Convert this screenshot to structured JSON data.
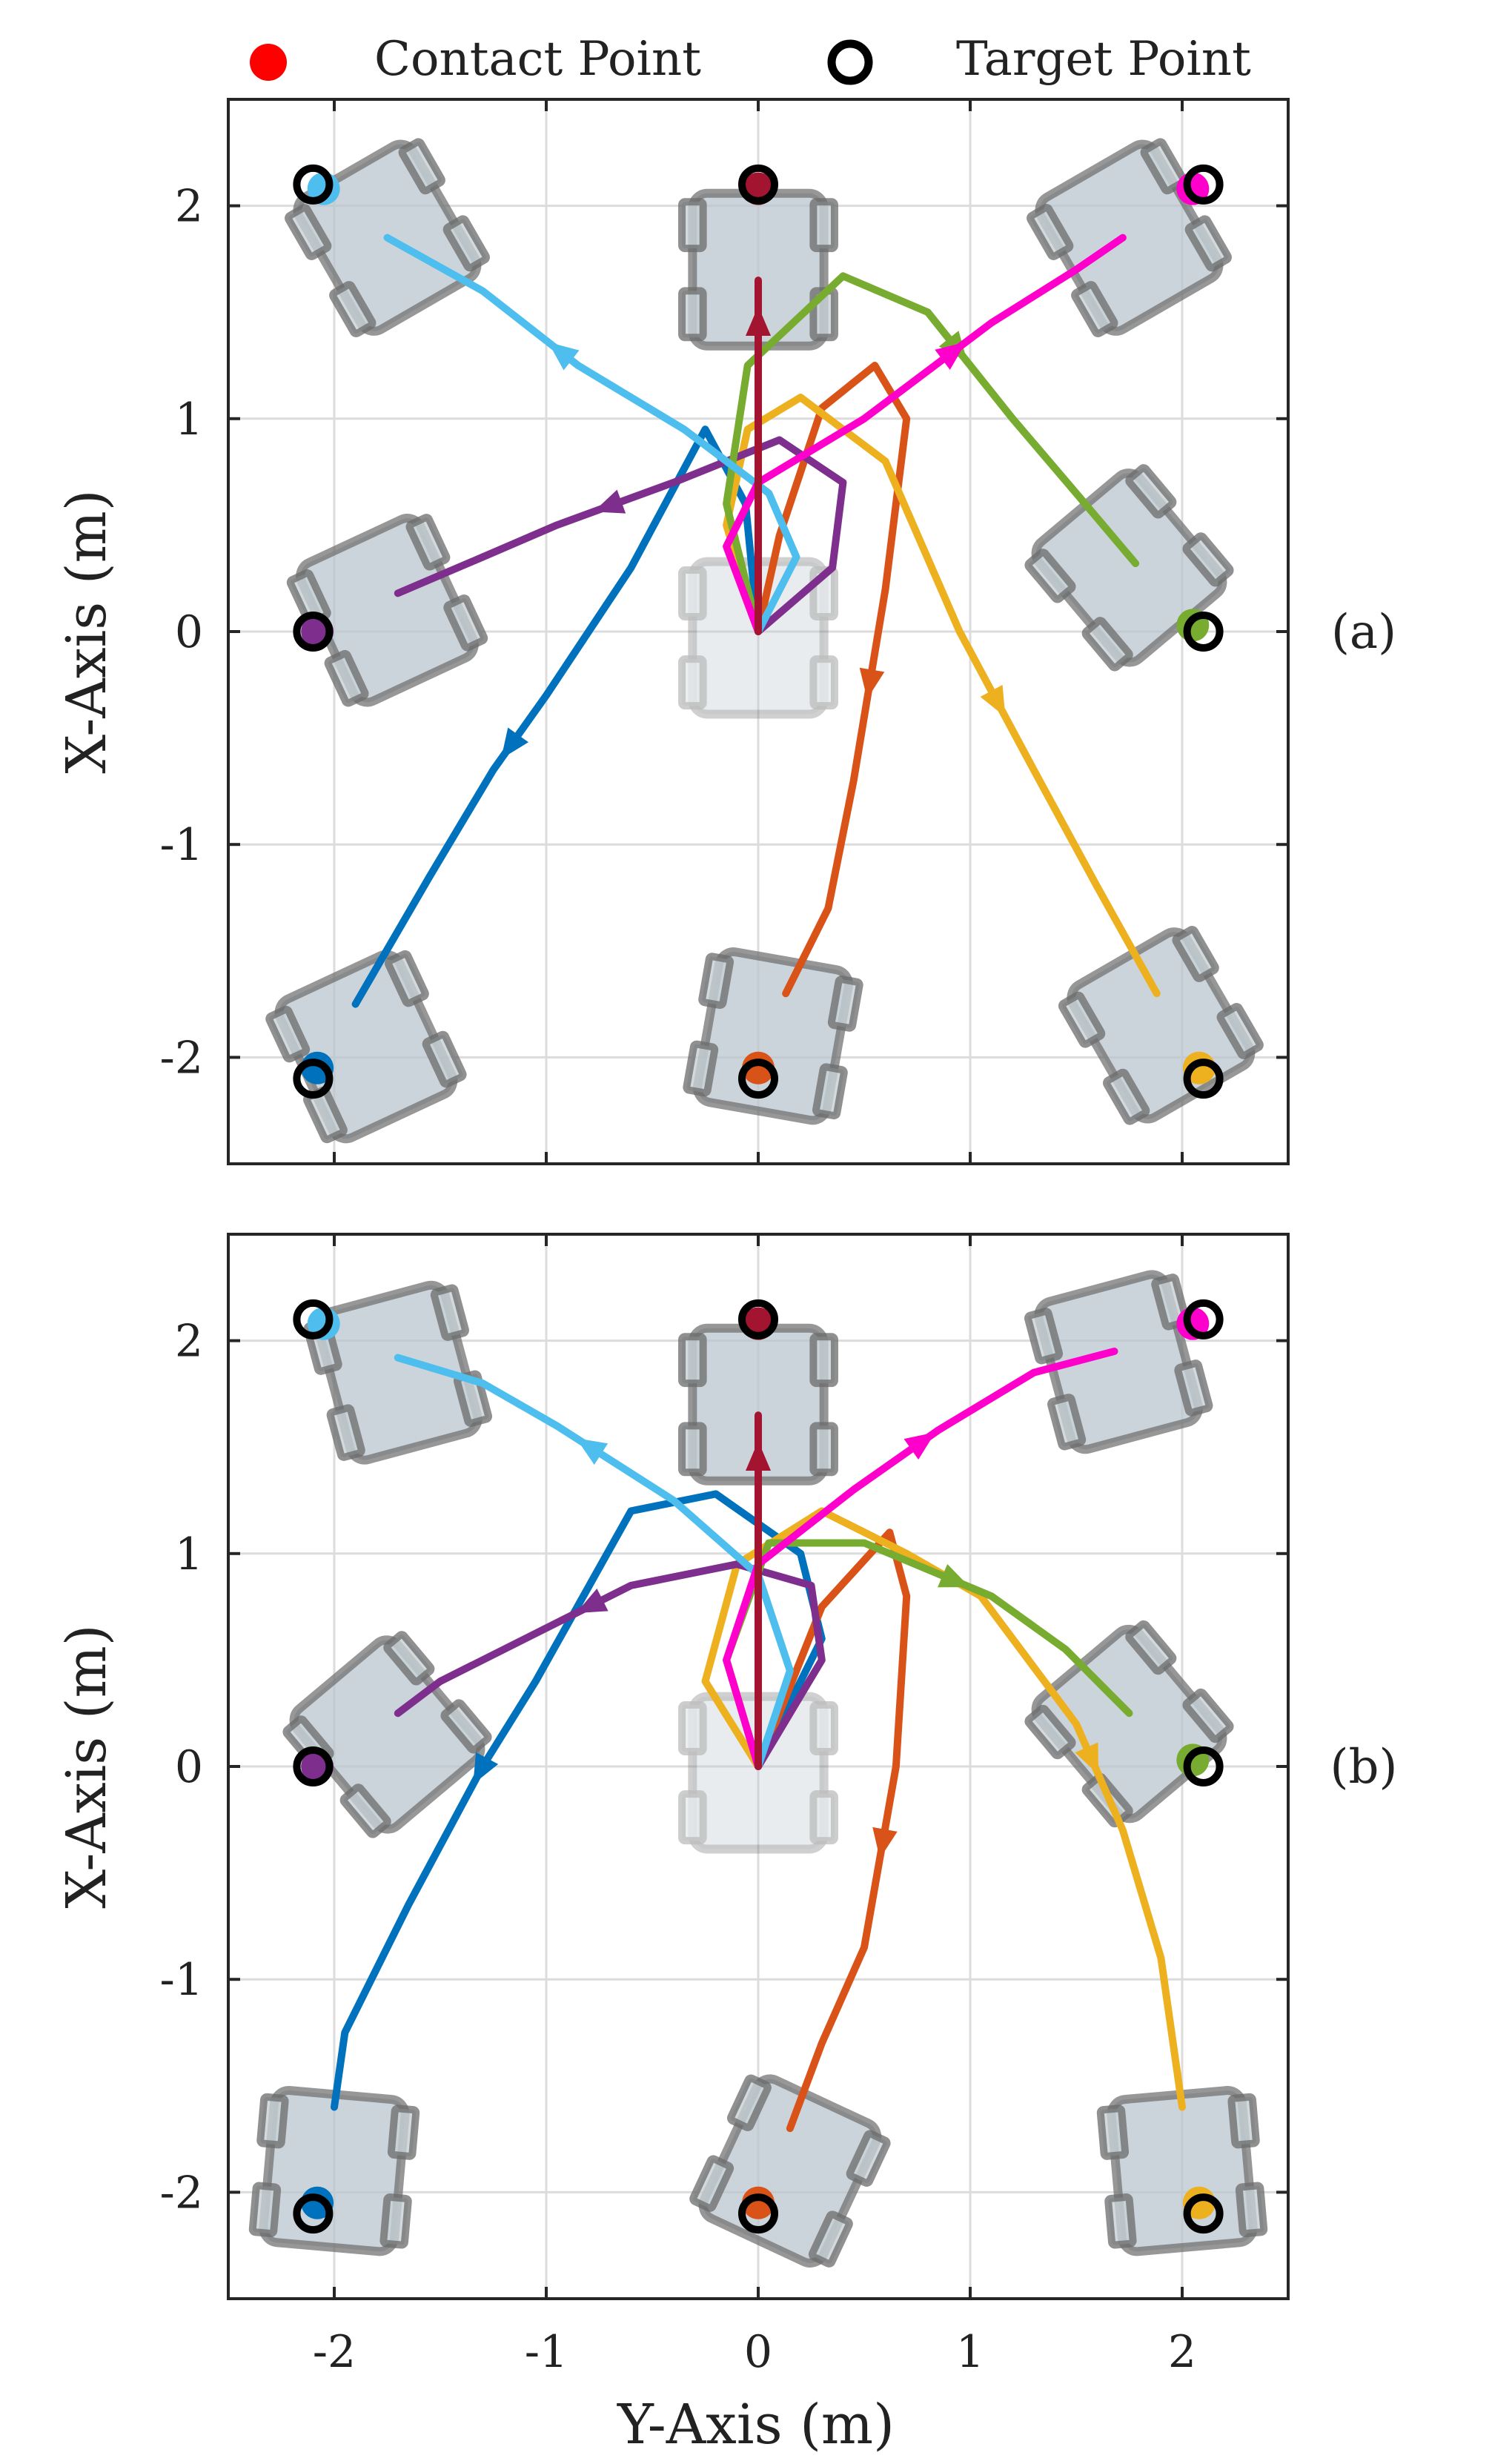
{
  "legend": {
    "contact_label": "Contact Point",
    "target_label": "Target Point",
    "contact_color": "#ff0000",
    "target_color": "#000000"
  },
  "shared": {
    "xlabel": "Y-Axis (m)",
    "ylabel": "X-Axis (m)",
    "xlim": [
      -2.5,
      2.5
    ],
    "ylim": [
      -2.5,
      2.5
    ],
    "xticks": [
      -2,
      -1,
      0,
      1,
      2
    ],
    "yticks": [
      -2,
      -1,
      0,
      1,
      2
    ],
    "grid": true,
    "legend_position": "top"
  },
  "chart_data": [
    {
      "type": "line",
      "panel_label": "(a)",
      "start_point": [
        0,
        0
      ],
      "series": [
        {
          "color": "#0072BD",
          "points": [
            [
              0,
              0
            ],
            [
              -0.03,
              0.3
            ],
            [
              -0.06,
              0.6
            ],
            [
              -0.25,
              0.95
            ],
            [
              -0.6,
              0.3
            ],
            [
              -1.0,
              -0.3
            ],
            [
              -1.25,
              -0.65
            ],
            [
              -1.55,
              -1.15
            ],
            [
              -1.9,
              -1.75
            ]
          ],
          "robot": [
            -1.85,
            -1.95,
            -25
          ],
          "contact": [
            -2.08,
            -2.05
          ],
          "target": [
            -2.1,
            -2.1
          ]
        },
        {
          "color": "#D95319",
          "points": [
            [
              0,
              0
            ],
            [
              0.1,
              0.45
            ],
            [
              0.3,
              1.05
            ],
            [
              0.55,
              1.25
            ],
            [
              0.7,
              1.0
            ],
            [
              0.6,
              0.2
            ],
            [
              0.45,
              -0.7
            ],
            [
              0.33,
              -1.3
            ],
            [
              0.13,
              -1.7
            ]
          ],
          "robot": [
            0.07,
            -1.9,
            10
          ],
          "contact": [
            0.0,
            -2.05
          ],
          "target": [
            0.0,
            -2.1
          ]
        },
        {
          "color": "#EDB120",
          "points": [
            [
              0,
              0
            ],
            [
              -0.15,
              0.5
            ],
            [
              -0.05,
              0.95
            ],
            [
              0.2,
              1.1
            ],
            [
              0.6,
              0.8
            ],
            [
              0.95,
              0.0
            ],
            [
              1.3,
              -0.65
            ],
            [
              1.6,
              -1.2
            ],
            [
              1.88,
              -1.7
            ]
          ],
          "robot": [
            1.9,
            -1.85,
            -30
          ],
          "contact": [
            2.08,
            -2.05
          ],
          "target": [
            2.1,
            -2.1
          ]
        },
        {
          "color": "#7E2F8E",
          "points": [
            [
              0,
              0
            ],
            [
              0.35,
              0.3
            ],
            [
              0.4,
              0.7
            ],
            [
              0.1,
              0.9
            ],
            [
              -0.4,
              0.7
            ],
            [
              -0.95,
              0.5
            ],
            [
              -1.3,
              0.35
            ],
            [
              -1.7,
              0.18
            ]
          ],
          "robot": [
            -1.75,
            0.1,
            -25
          ],
          "contact": [
            -2.08,
            0.0
          ],
          "target": [
            -2.1,
            0.0
          ]
        },
        {
          "color": "#77AC30",
          "points": [
            [
              0,
              0
            ],
            [
              -0.15,
              0.6
            ],
            [
              -0.05,
              1.25
            ],
            [
              0.4,
              1.67
            ],
            [
              0.8,
              1.5
            ],
            [
              1.2,
              1.0
            ],
            [
              1.5,
              0.65
            ],
            [
              1.78,
              0.32
            ]
          ],
          "robot": [
            1.75,
            0.3,
            -40
          ],
          "contact": [
            2.05,
            0.03
          ],
          "target": [
            2.1,
            0.0
          ]
        },
        {
          "color": "#4DBEEE",
          "points": [
            [
              0,
              0
            ],
            [
              0.18,
              0.35
            ],
            [
              0.05,
              0.65
            ],
            [
              -0.35,
              0.95
            ],
            [
              -0.85,
              1.25
            ],
            [
              -1.3,
              1.6
            ],
            [
              -1.75,
              1.85
            ]
          ],
          "robot": [
            -1.75,
            1.85,
            -30
          ],
          "contact": [
            -2.05,
            2.08
          ],
          "target": [
            -2.1,
            2.1
          ]
        },
        {
          "color": "#FF00CC",
          "points": [
            [
              0,
              0
            ],
            [
              -0.15,
              0.4
            ],
            [
              0.0,
              0.7
            ],
            [
              0.5,
              1.0
            ],
            [
              1.1,
              1.45
            ],
            [
              1.5,
              1.7
            ],
            [
              1.72,
              1.85
            ]
          ],
          "robot": [
            1.75,
            1.85,
            -30
          ],
          "contact": [
            2.05,
            2.08
          ],
          "target": [
            2.1,
            2.1
          ]
        },
        {
          "color": "#A2142F",
          "points": [
            [
              0,
              0
            ],
            [
              0,
              0.5
            ],
            [
              0,
              1.0
            ],
            [
              0,
              1.65
            ]
          ],
          "robot": [
            0,
            1.7,
            0
          ],
          "contact": [
            0,
            2.08
          ],
          "target": [
            0,
            2.1
          ]
        }
      ]
    },
    {
      "type": "line",
      "panel_label": "(b)",
      "start_point": [
        0,
        0
      ],
      "series": [
        {
          "color": "#0072BD",
          "points": [
            [
              0,
              0
            ],
            [
              0.3,
              0.6
            ],
            [
              0.2,
              1.0
            ],
            [
              -0.2,
              1.28
            ],
            [
              -0.6,
              1.2
            ],
            [
              -1.05,
              0.4
            ],
            [
              -1.3,
              0.0
            ],
            [
              -1.65,
              -0.65
            ],
            [
              -1.95,
              -1.25
            ],
            [
              -2.0,
              -1.6
            ]
          ],
          "robot": [
            -2.0,
            -1.9,
            5
          ],
          "contact": [
            -2.08,
            -2.05
          ],
          "target": [
            -2.1,
            -2.1
          ]
        },
        {
          "color": "#D95319",
          "points": [
            [
              0,
              0
            ],
            [
              0.3,
              0.75
            ],
            [
              0.62,
              1.1
            ],
            [
              0.7,
              0.8
            ],
            [
              0.65,
              0.0
            ],
            [
              0.5,
              -0.85
            ],
            [
              0.3,
              -1.3
            ],
            [
              0.15,
              -1.7
            ]
          ],
          "robot": [
            0.15,
            -1.9,
            25
          ],
          "contact": [
            0.0,
            -2.05
          ],
          "target": [
            0.0,
            -2.1
          ]
        },
        {
          "color": "#EDB120",
          "points": [
            [
              0,
              0
            ],
            [
              -0.25,
              0.4
            ],
            [
              -0.1,
              0.95
            ],
            [
              0.3,
              1.2
            ],
            [
              0.7,
              1.0
            ],
            [
              1.05,
              0.8
            ],
            [
              1.5,
              0.2
            ],
            [
              1.72,
              -0.3
            ],
            [
              1.9,
              -0.9
            ],
            [
              2.0,
              -1.6
            ]
          ],
          "robot": [
            2.0,
            -1.9,
            -5
          ],
          "contact": [
            2.08,
            -2.05
          ],
          "target": [
            2.1,
            -2.1
          ]
        },
        {
          "color": "#7E2F8E",
          "points": [
            [
              0,
              0
            ],
            [
              0.3,
              0.5
            ],
            [
              0.25,
              0.85
            ],
            [
              -0.1,
              0.95
            ],
            [
              -0.6,
              0.85
            ],
            [
              -1.1,
              0.6
            ],
            [
              -1.5,
              0.4
            ],
            [
              -1.7,
              0.25
            ]
          ],
          "robot": [
            -1.75,
            0.15,
            -40
          ],
          "contact": [
            -2.08,
            0.0
          ],
          "target": [
            -2.1,
            0.0
          ]
        },
        {
          "color": "#77AC30",
          "points": [
            [
              0,
              0
            ],
            [
              -0.15,
              0.5
            ],
            [
              0.05,
              1.05
            ],
            [
              0.5,
              1.05
            ],
            [
              1.1,
              0.8
            ],
            [
              1.45,
              0.55
            ],
            [
              1.75,
              0.25
            ]
          ],
          "robot": [
            1.75,
            0.2,
            -40
          ],
          "contact": [
            2.05,
            0.03
          ],
          "target": [
            2.1,
            0.0
          ]
        },
        {
          "color": "#4DBEEE",
          "points": [
            [
              0,
              0
            ],
            [
              0.15,
              0.45
            ],
            [
              0.0,
              0.9
            ],
            [
              -0.4,
              1.25
            ],
            [
              -0.95,
              1.6
            ],
            [
              -1.3,
              1.8
            ],
            [
              -1.7,
              1.92
            ]
          ],
          "robot": [
            -1.7,
            1.85,
            -15
          ],
          "contact": [
            -2.05,
            2.08
          ],
          "target": [
            -2.1,
            2.1
          ]
        },
        {
          "color": "#FF00CC",
          "points": [
            [
              0,
              0
            ],
            [
              -0.15,
              0.5
            ],
            [
              0.0,
              0.95
            ],
            [
              0.45,
              1.3
            ],
            [
              0.85,
              1.58
            ],
            [
              1.3,
              1.85
            ],
            [
              1.68,
              1.95
            ]
          ],
          "robot": [
            1.7,
            1.9,
            -15
          ],
          "contact": [
            2.05,
            2.08
          ],
          "target": [
            2.1,
            2.1
          ]
        },
        {
          "color": "#A2142F",
          "points": [
            [
              0,
              0
            ],
            [
              0,
              0.5
            ],
            [
              0,
              1.0
            ],
            [
              0,
              1.65
            ]
          ],
          "robot": [
            0,
            1.7,
            0
          ],
          "contact": [
            0,
            2.08
          ],
          "target": [
            0,
            2.1
          ]
        }
      ]
    }
  ]
}
